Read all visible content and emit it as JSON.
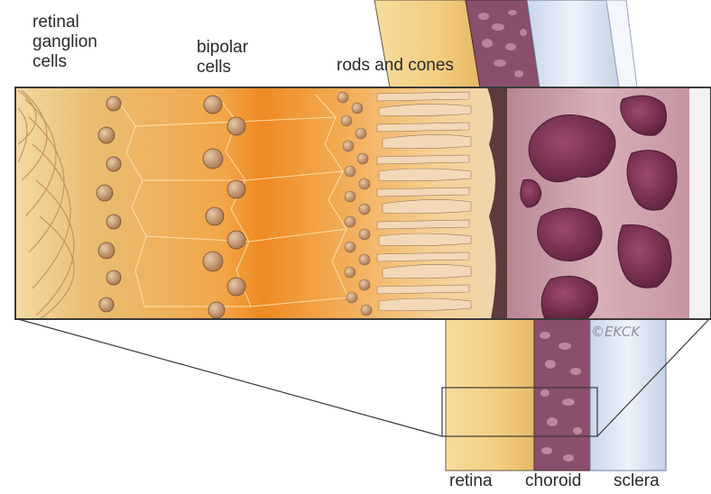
{
  "labels": {
    "retinal_ganglion_cells": "retinal\nganglion\ncells",
    "bipolar_cells": "bipolar\ncells",
    "rods_and_cones": "rods and cones",
    "retina": "retina",
    "choroid": "choroid",
    "sclera": "sclera"
  },
  "watermark": "©EKCK",
  "colors": {
    "retina_band": "#f2cf86",
    "choroid_band": "#8a4f6c",
    "sclera_band": "#d8e2f2",
    "magnified_left": "#e9b56a",
    "magnified_mid": "#f08a1f",
    "choroid_magnified": "#c99aa6",
    "choroid_vessel": "#7b2d4f",
    "outline": "#3a3a3a"
  }
}
